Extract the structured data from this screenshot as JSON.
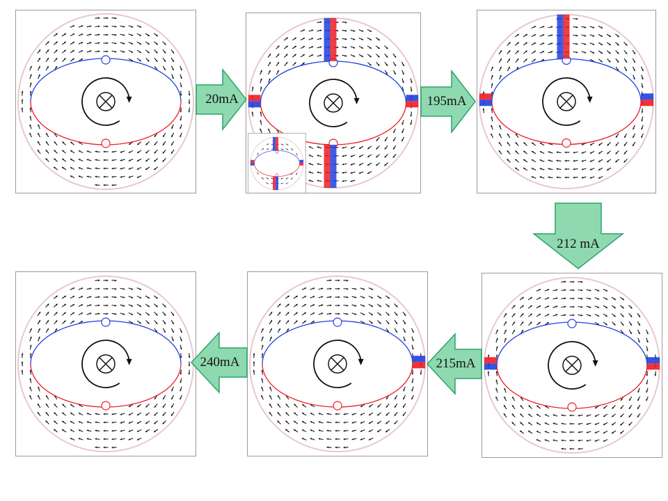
{
  "diagram": {
    "panels": [
      {
        "id": "p1",
        "walls": []
      },
      {
        "id": "p2",
        "walls": [
          "top",
          "bottom",
          "left",
          "right"
        ],
        "has_inset": true
      },
      {
        "id": "p3",
        "walls": [
          "top",
          "left",
          "right"
        ]
      },
      {
        "id": "p4",
        "walls": [
          "left",
          "right"
        ]
      },
      {
        "id": "p5",
        "walls": [
          "right"
        ]
      },
      {
        "id": "p6",
        "walls": []
      }
    ],
    "transitions": [
      {
        "label": "20mA",
        "direction": "right"
      },
      {
        "label": "195mA",
        "direction": "right"
      },
      {
        "label": "212 mA",
        "direction": "down"
      },
      {
        "label": "215mA",
        "direction": "left"
      },
      {
        "label": "240mA",
        "direction": "left"
      }
    ],
    "current_symbol": "⊗",
    "colors": {
      "arrow_fill": "#8fd9b0",
      "arrow_stroke": "#2ba36a",
      "wall_red": "#ee1c24",
      "wall_blue": "#1f3fe0",
      "vector": "#111111",
      "panel_border": "#9a9a9a"
    }
  }
}
